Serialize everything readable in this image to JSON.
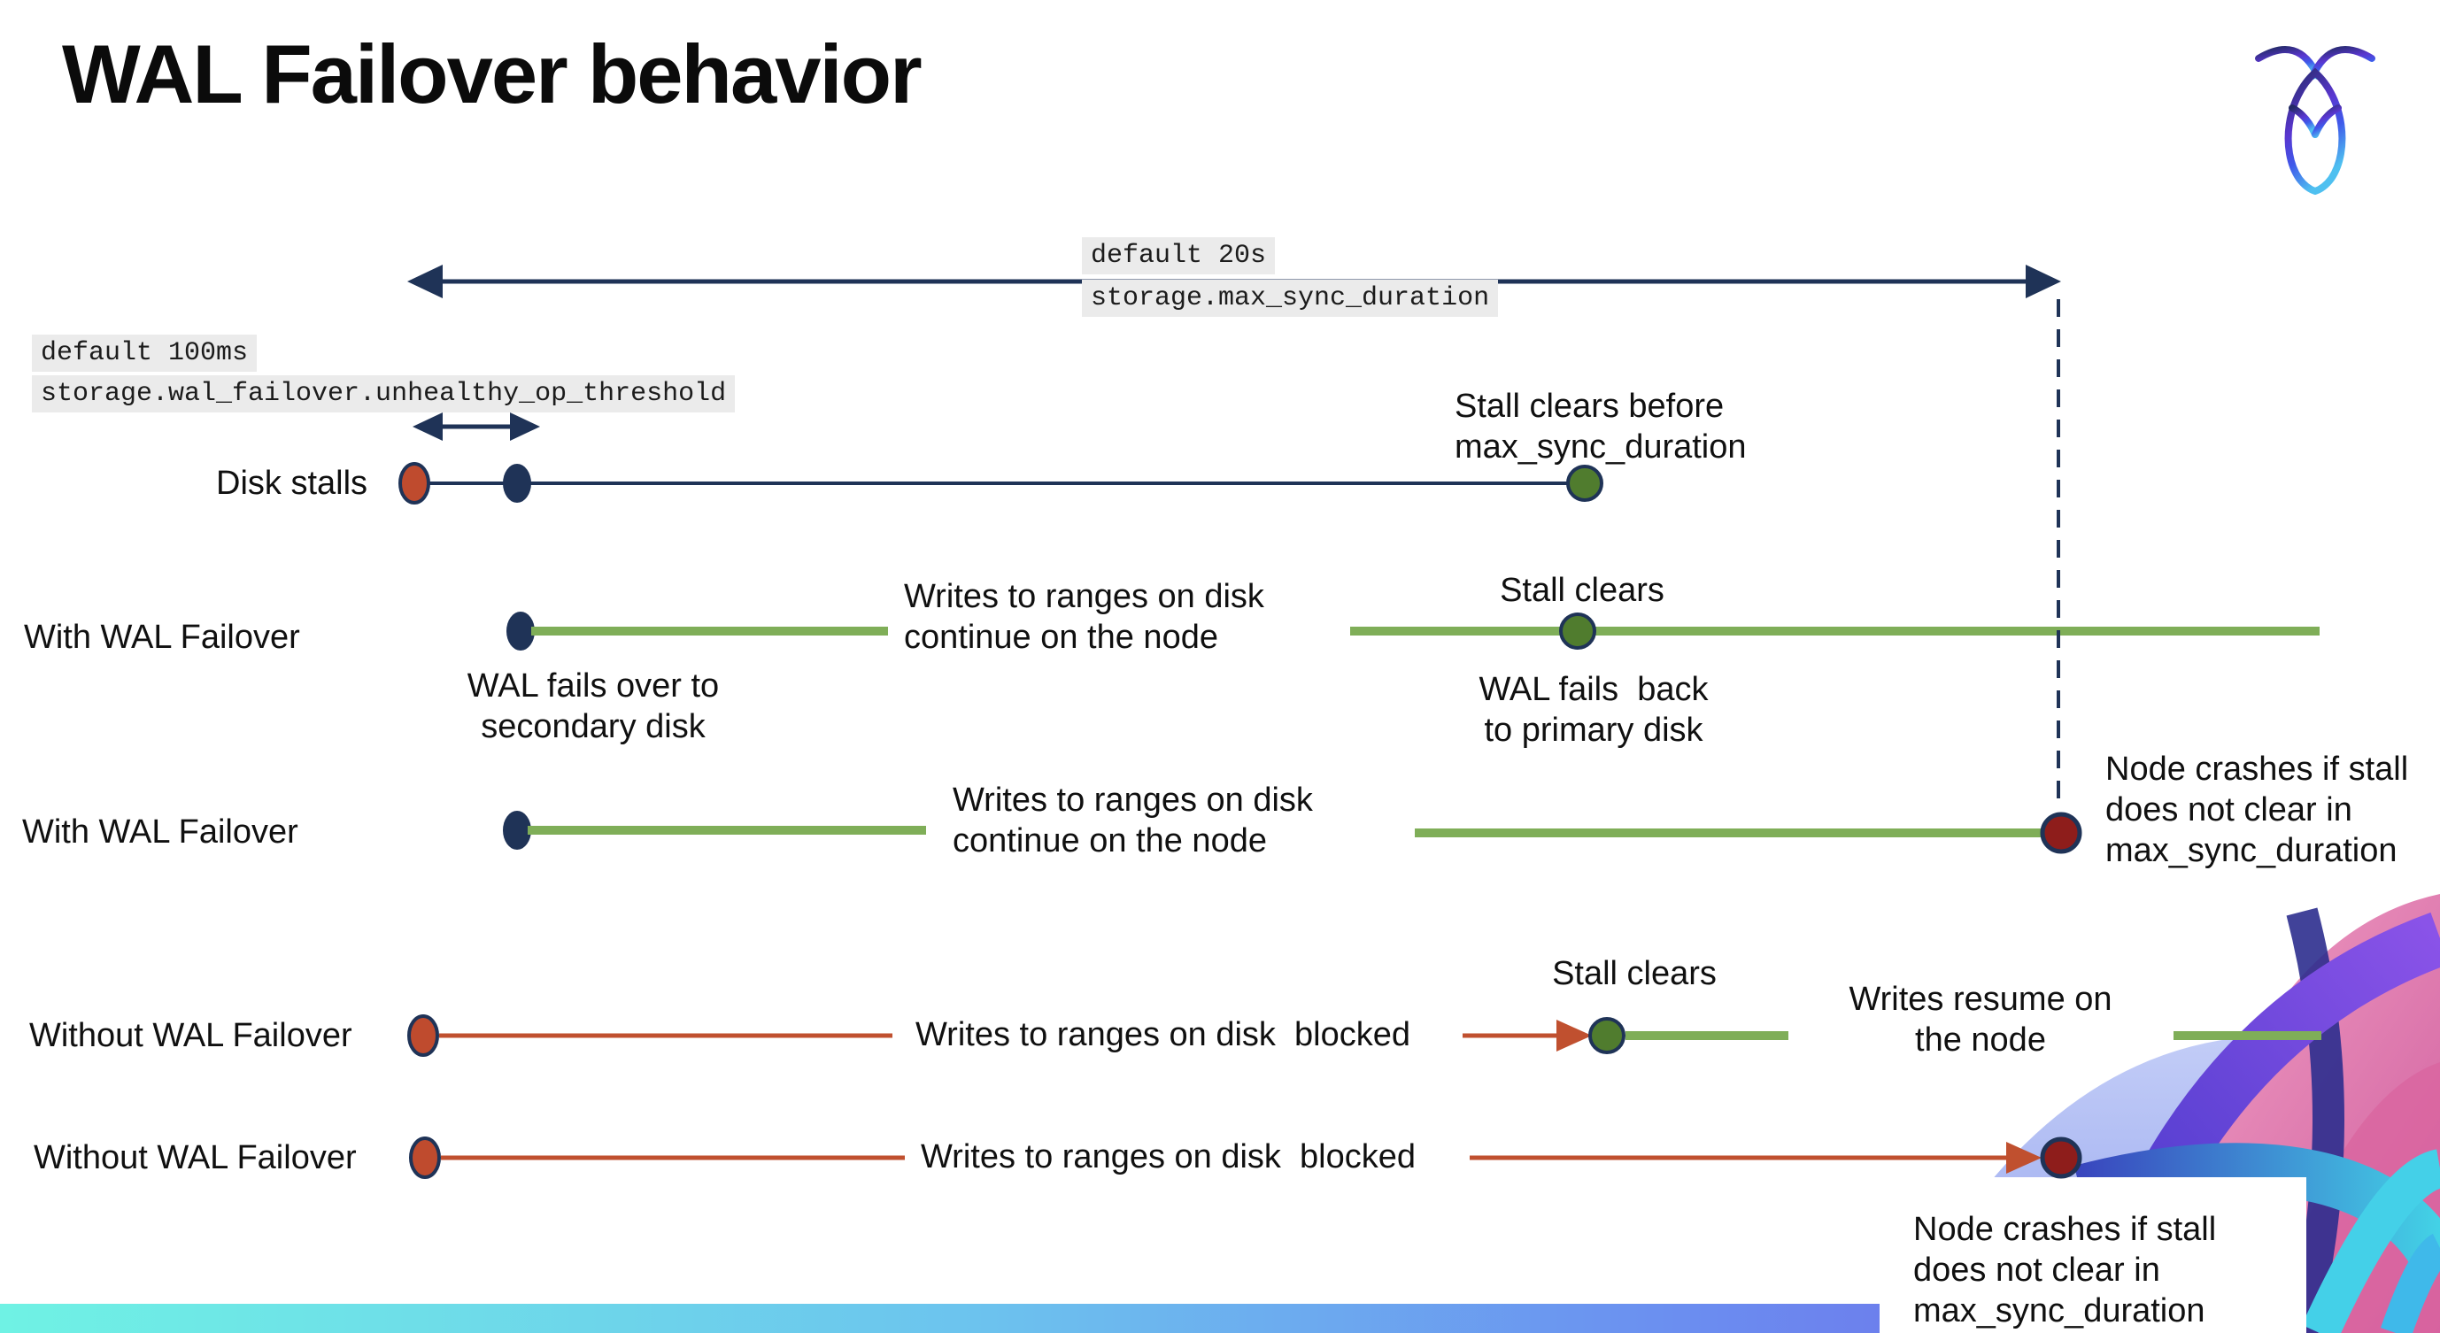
{
  "slide": {
    "title": "WAL Failover behavior"
  },
  "config_labels": {
    "max_sync": {
      "default_value": "default 20s",
      "setting": "storage.max_sync_duration"
    },
    "op_threshold": {
      "default_value": "default 100ms",
      "setting": "storage.wal_failover.unhealthy_op_threshold"
    }
  },
  "rows": {
    "disk_stalls": {
      "label": "Disk stalls",
      "stall_clears_line1": "Stall clears before",
      "stall_clears_line2": "max_sync_duration"
    },
    "with_failover_1": {
      "label": "With WAL Failover",
      "failover_line1": "WAL fails over to",
      "failover_line2": "secondary disk",
      "writes_line1": "Writes to ranges on disk",
      "writes_line2": "continue on the node",
      "stall_clears": "Stall clears",
      "failback_line1": "WAL fails  back",
      "failback_line2": "to primary disk"
    },
    "with_failover_2": {
      "label": "With WAL Failover",
      "writes_line1": "Writes to ranges on disk",
      "writes_line2": "continue on the node",
      "crash_line1": "Node crashes if stall",
      "crash_line2": "does not clear in",
      "crash_line3": "max_sync_duration"
    },
    "without_failover_1": {
      "label": "Without WAL Failover",
      "writes_blocked": "Writes to ranges on disk  blocked",
      "stall_clears": "Stall clears",
      "resume_line1": "Writes resume on",
      "resume_line2": "the node"
    },
    "without_failover_2": {
      "label": "Without WAL Failover",
      "writes_blocked": "Writes to ranges on disk  blocked",
      "crash_line1": "Node crashes if stall",
      "crash_line2": "does not clear in",
      "crash_line3": "max_sync_duration"
    }
  },
  "colors": {
    "navy": "#1f3357",
    "red_line": "#c0502f",
    "red_dot": "#bf4b2e",
    "maroon_dot": "#8e1d1b",
    "green_line": "#7fae58",
    "green_dot": "#507c2e",
    "highlight_bg": "#ebebeb",
    "bottom_bar_gradient": [
      "#6ff2e4",
      "#6cc3ee",
      "#6b8cf0",
      "#6f5ae2"
    ]
  }
}
